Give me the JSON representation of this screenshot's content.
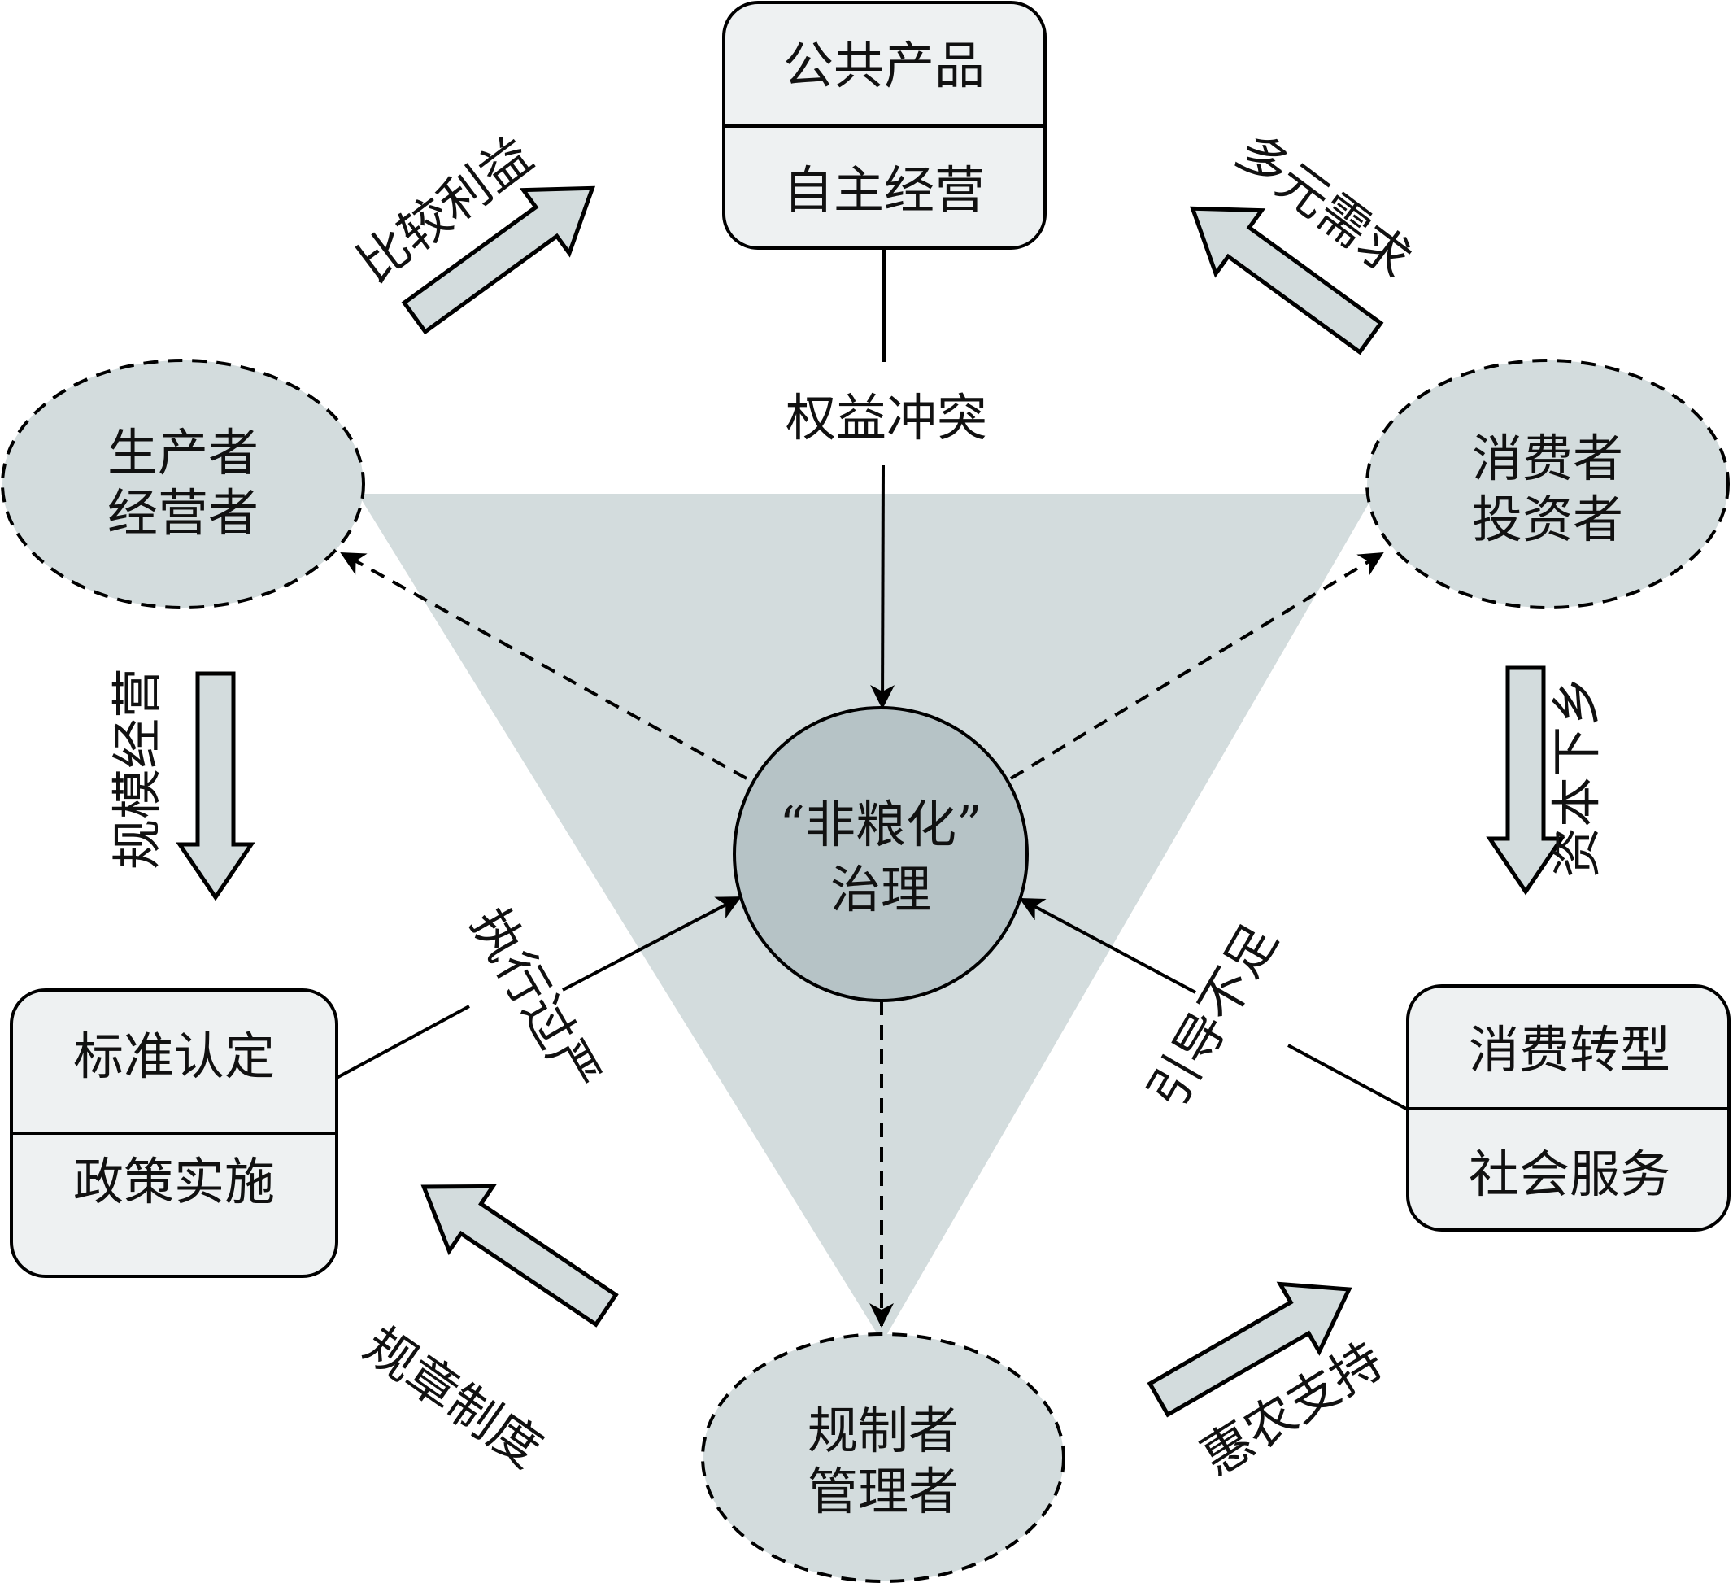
{
  "colors": {
    "triangle": "#d3dcdd",
    "ellipse": "#d3dcdd",
    "box": "#eef1f2",
    "center": "#b6c3c6",
    "block_arrow": "#d3dcdd",
    "stroke": "#000000"
  },
  "center": {
    "line1": "“非粮化”",
    "line2": "治理"
  },
  "actors": {
    "producer": {
      "line1": "生产者",
      "line2": "经营者"
    },
    "consumer": {
      "line1": "消费者",
      "line2": "投资者"
    },
    "regulator": {
      "line1": "规制者",
      "line2": "管理者"
    }
  },
  "boxes": {
    "top": {
      "upper": "公共产品",
      "lower": "自主经营"
    },
    "left": {
      "upper": "标准认定",
      "lower": "政策实施"
    },
    "right": {
      "upper": "消费转型",
      "lower": "社会服务"
    }
  },
  "connector_labels": {
    "top": "权益冲突",
    "left": "执行过严",
    "right": "引导不足"
  },
  "block_arrow_labels": {
    "producer_to_top": "比较利益",
    "consumer_to_top": "多元需求",
    "producer_to_left": "规模经营",
    "consumer_to_right": "资本下乡",
    "regulator_to_left": "规章制度",
    "regulator_to_right": "惠农支持"
  }
}
